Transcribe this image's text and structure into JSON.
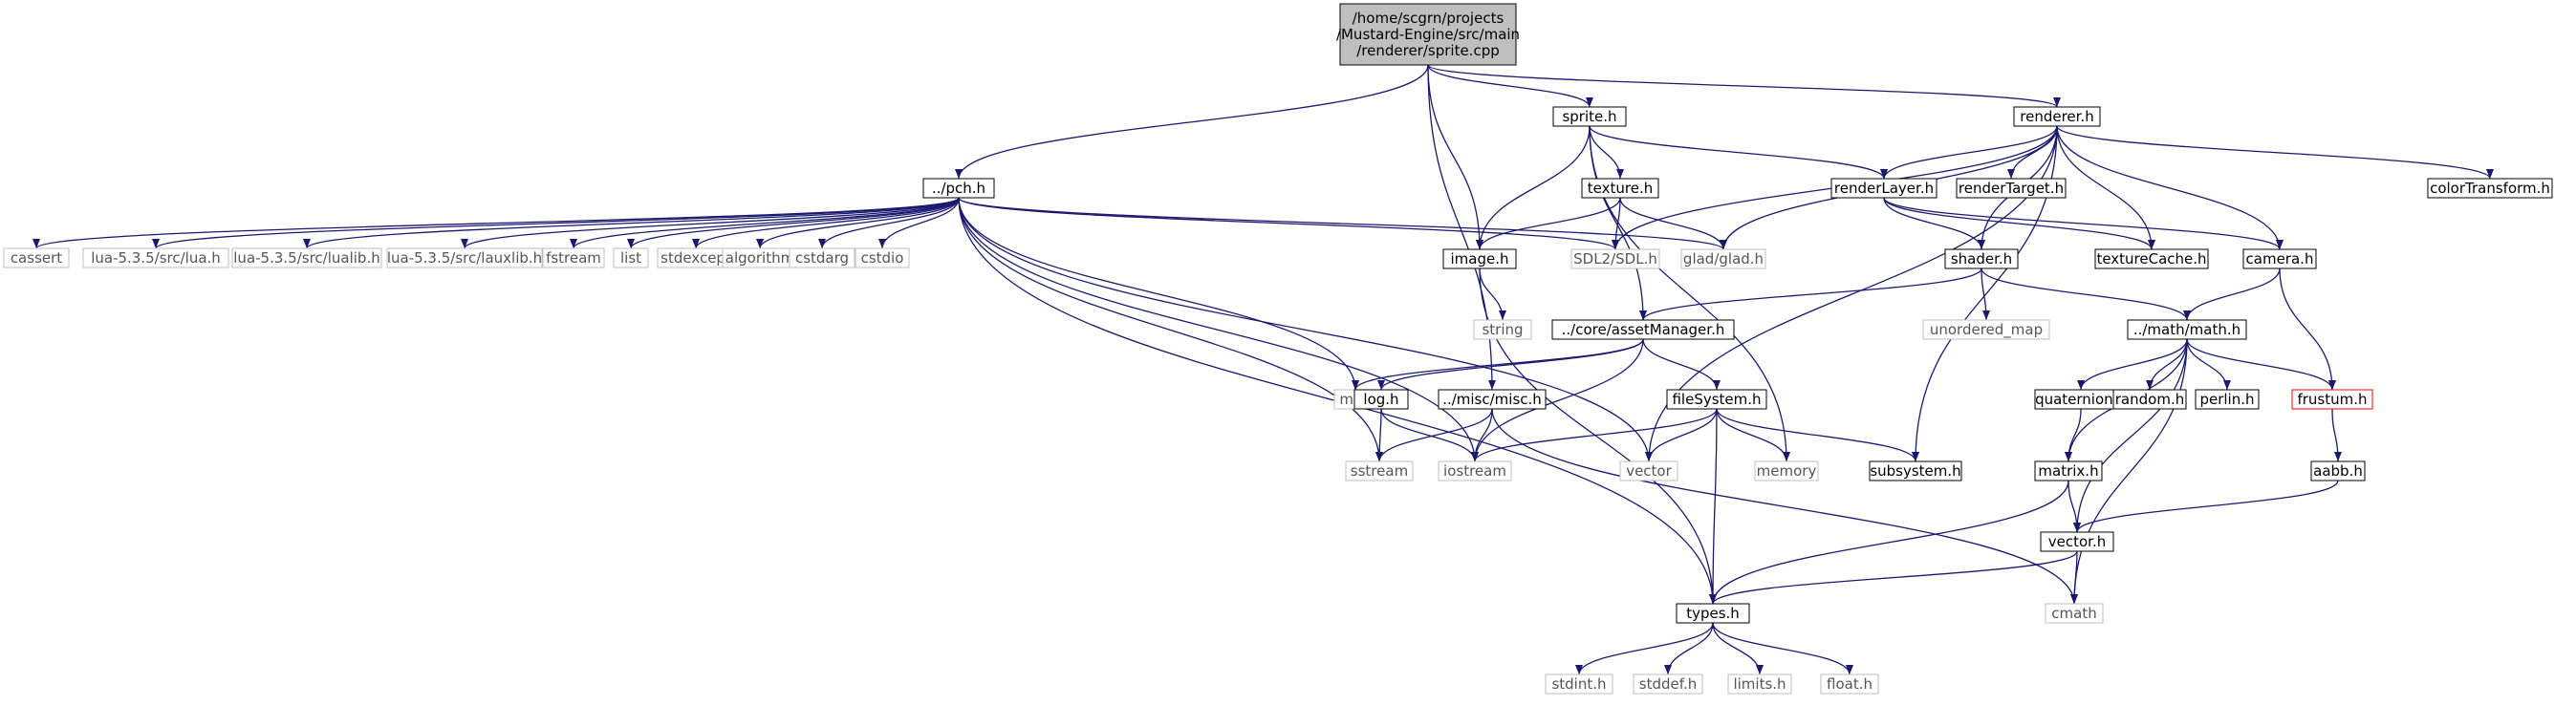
{
  "colors": {
    "edge": "#191970",
    "local_border": "#000000",
    "system_border": "#bfbfbf",
    "missing_border": "#ff0000",
    "root_fill": "#bfbfbf",
    "system_text": "#555555"
  },
  "nodes": [
    {
      "id": "root",
      "label": "/home/scgrn/projects\n/Mustard-Engine/src/main\n/renderer/sprite.cpp",
      "kind": "root"
    },
    {
      "id": "pch",
      "label": "../pch.h",
      "kind": "local"
    },
    {
      "id": "sprite",
      "label": "sprite.h",
      "kind": "local"
    },
    {
      "id": "renderer",
      "label": "renderer.h",
      "kind": "local"
    },
    {
      "id": "cassert",
      "label": "cassert",
      "kind": "system"
    },
    {
      "id": "lua",
      "label": "lua-5.3.5/src/lua.h",
      "kind": "system"
    },
    {
      "id": "lualib",
      "label": "lua-5.3.5/src/lualib.h",
      "kind": "system"
    },
    {
      "id": "lauxlib",
      "label": "lua-5.3.5/src/lauxlib.h",
      "kind": "system"
    },
    {
      "id": "fstream",
      "label": "fstream",
      "kind": "system"
    },
    {
      "id": "list",
      "label": "list",
      "kind": "system"
    },
    {
      "id": "stdexcept",
      "label": "stdexcept",
      "kind": "system"
    },
    {
      "id": "algorithm",
      "label": "algorithm",
      "kind": "system"
    },
    {
      "id": "cstdarg",
      "label": "cstdarg",
      "kind": "system"
    },
    {
      "id": "cstdio",
      "label": "cstdio",
      "kind": "system"
    },
    {
      "id": "texture",
      "label": "texture.h",
      "kind": "local"
    },
    {
      "id": "image",
      "label": "image.h",
      "kind": "local"
    },
    {
      "id": "sdl",
      "label": "SDL2/SDL.h",
      "kind": "system"
    },
    {
      "id": "glad",
      "label": "glad/glad.h",
      "kind": "system"
    },
    {
      "id": "renderLayer",
      "label": "renderLayer.h",
      "kind": "local"
    },
    {
      "id": "renderTarget",
      "label": "renderTarget.h",
      "kind": "local"
    },
    {
      "id": "colorTransform",
      "label": "colorTransform.h",
      "kind": "local"
    },
    {
      "id": "textureCache",
      "label": "textureCache.h",
      "kind": "local"
    },
    {
      "id": "camera",
      "label": "camera.h",
      "kind": "local"
    },
    {
      "id": "shader",
      "label": "shader.h",
      "kind": "local"
    },
    {
      "id": "string",
      "label": "string",
      "kind": "system"
    },
    {
      "id": "assetManager",
      "label": "../core/assetManager.h",
      "kind": "local"
    },
    {
      "id": "unordered_map",
      "label": "unordered_map",
      "kind": "system"
    },
    {
      "id": "math",
      "label": "../math/math.h",
      "kind": "local"
    },
    {
      "id": "map",
      "label": "map",
      "kind": "system"
    },
    {
      "id": "log",
      "label": "log.h",
      "kind": "local"
    },
    {
      "id": "misc",
      "label": "../misc/misc.h",
      "kind": "local"
    },
    {
      "id": "fileSystem",
      "label": "fileSystem.h",
      "kind": "local"
    },
    {
      "id": "quaternion",
      "label": "quaternion.h",
      "kind": "local"
    },
    {
      "id": "random",
      "label": "random.h",
      "kind": "local"
    },
    {
      "id": "perlin",
      "label": "perlin.h",
      "kind": "local"
    },
    {
      "id": "frustum",
      "label": "frustum.h",
      "kind": "missing"
    },
    {
      "id": "sstream",
      "label": "sstream",
      "kind": "system"
    },
    {
      "id": "iostream",
      "label": "iostream",
      "kind": "system"
    },
    {
      "id": "vector",
      "label": "vector",
      "kind": "system"
    },
    {
      "id": "memory",
      "label": "memory",
      "kind": "system"
    },
    {
      "id": "subsystem",
      "label": "subsystem.h",
      "kind": "local"
    },
    {
      "id": "matrix",
      "label": "matrix.h",
      "kind": "local"
    },
    {
      "id": "aabb",
      "label": "aabb.h",
      "kind": "local"
    },
    {
      "id": "vectorh",
      "label": "vector.h",
      "kind": "local"
    },
    {
      "id": "cmath",
      "label": "cmath",
      "kind": "system"
    },
    {
      "id": "types",
      "label": "types.h",
      "kind": "local"
    },
    {
      "id": "stdint",
      "label": "stdint.h",
      "kind": "system"
    },
    {
      "id": "stddef",
      "label": "stddef.h",
      "kind": "system"
    },
    {
      "id": "limits",
      "label": "limits.h",
      "kind": "system"
    },
    {
      "id": "float",
      "label": "float.h",
      "kind": "system"
    }
  ],
  "edges": [
    [
      "root",
      "pch"
    ],
    [
      "root",
      "sprite"
    ],
    [
      "root",
      "renderer"
    ],
    [
      "root",
      "image"
    ],
    [
      "root",
      "misc"
    ],
    [
      "pch",
      "cassert"
    ],
    [
      "pch",
      "lua"
    ],
    [
      "pch",
      "lualib"
    ],
    [
      "pch",
      "lauxlib"
    ],
    [
      "pch",
      "fstream"
    ],
    [
      "pch",
      "list"
    ],
    [
      "pch",
      "stdexcept"
    ],
    [
      "pch",
      "algorithm"
    ],
    [
      "pch",
      "cstdarg"
    ],
    [
      "pch",
      "cstdio"
    ],
    [
      "pch",
      "sdl"
    ],
    [
      "pch",
      "glad"
    ],
    [
      "pch",
      "map"
    ],
    [
      "pch",
      "vector"
    ],
    [
      "pch",
      "sstream"
    ],
    [
      "pch",
      "iostream"
    ],
    [
      "pch",
      "types"
    ],
    [
      "sprite",
      "texture"
    ],
    [
      "sprite",
      "image"
    ],
    [
      "sprite",
      "renderLayer"
    ],
    [
      "sprite",
      "assetManager"
    ],
    [
      "sprite",
      "memory"
    ],
    [
      "renderer",
      "sdl"
    ],
    [
      "renderer",
      "glad"
    ],
    [
      "renderer",
      "renderLayer"
    ],
    [
      "renderer",
      "renderTarget"
    ],
    [
      "renderer",
      "colorTransform"
    ],
    [
      "renderer",
      "textureCache"
    ],
    [
      "renderer",
      "camera"
    ],
    [
      "renderer",
      "shader"
    ],
    [
      "renderer",
      "vector"
    ],
    [
      "renderer",
      "subsystem"
    ],
    [
      "texture",
      "image"
    ],
    [
      "texture",
      "sdl"
    ],
    [
      "texture",
      "glad"
    ],
    [
      "image",
      "string"
    ],
    [
      "image",
      "types"
    ],
    [
      "renderLayer",
      "shader"
    ],
    [
      "renderLayer",
      "textureCache"
    ],
    [
      "renderLayer",
      "camera"
    ],
    [
      "camera",
      "math"
    ],
    [
      "camera",
      "frustum"
    ],
    [
      "shader",
      "assetManager"
    ],
    [
      "shader",
      "math"
    ],
    [
      "shader",
      "unordered_map"
    ],
    [
      "assetManager",
      "map"
    ],
    [
      "assetManager",
      "log"
    ],
    [
      "assetManager",
      "fileSystem"
    ],
    [
      "assetManager",
      "iostream"
    ],
    [
      "math",
      "quaternion"
    ],
    [
      "math",
      "random"
    ],
    [
      "math",
      "perlin"
    ],
    [
      "math",
      "frustum"
    ],
    [
      "math",
      "matrix"
    ],
    [
      "math",
      "vectorh"
    ],
    [
      "math",
      "cmath"
    ],
    [
      "log",
      "sstream"
    ],
    [
      "log",
      "iostream"
    ],
    [
      "misc",
      "sstream"
    ],
    [
      "misc",
      "iostream"
    ],
    [
      "misc",
      "cmath"
    ],
    [
      "fileSystem",
      "iostream"
    ],
    [
      "fileSystem",
      "vector"
    ],
    [
      "fileSystem",
      "memory"
    ],
    [
      "fileSystem",
      "subsystem"
    ],
    [
      "fileSystem",
      "types"
    ],
    [
      "quaternion",
      "matrix"
    ],
    [
      "frustum",
      "aabb"
    ],
    [
      "aabb",
      "vectorh"
    ],
    [
      "matrix",
      "vectorh"
    ],
    [
      "matrix",
      "types"
    ],
    [
      "vectorh",
      "types"
    ],
    [
      "vectorh",
      "cmath"
    ],
    [
      "types",
      "stdint"
    ],
    [
      "types",
      "stddef"
    ],
    [
      "types",
      "limits"
    ],
    [
      "types",
      "float"
    ]
  ]
}
